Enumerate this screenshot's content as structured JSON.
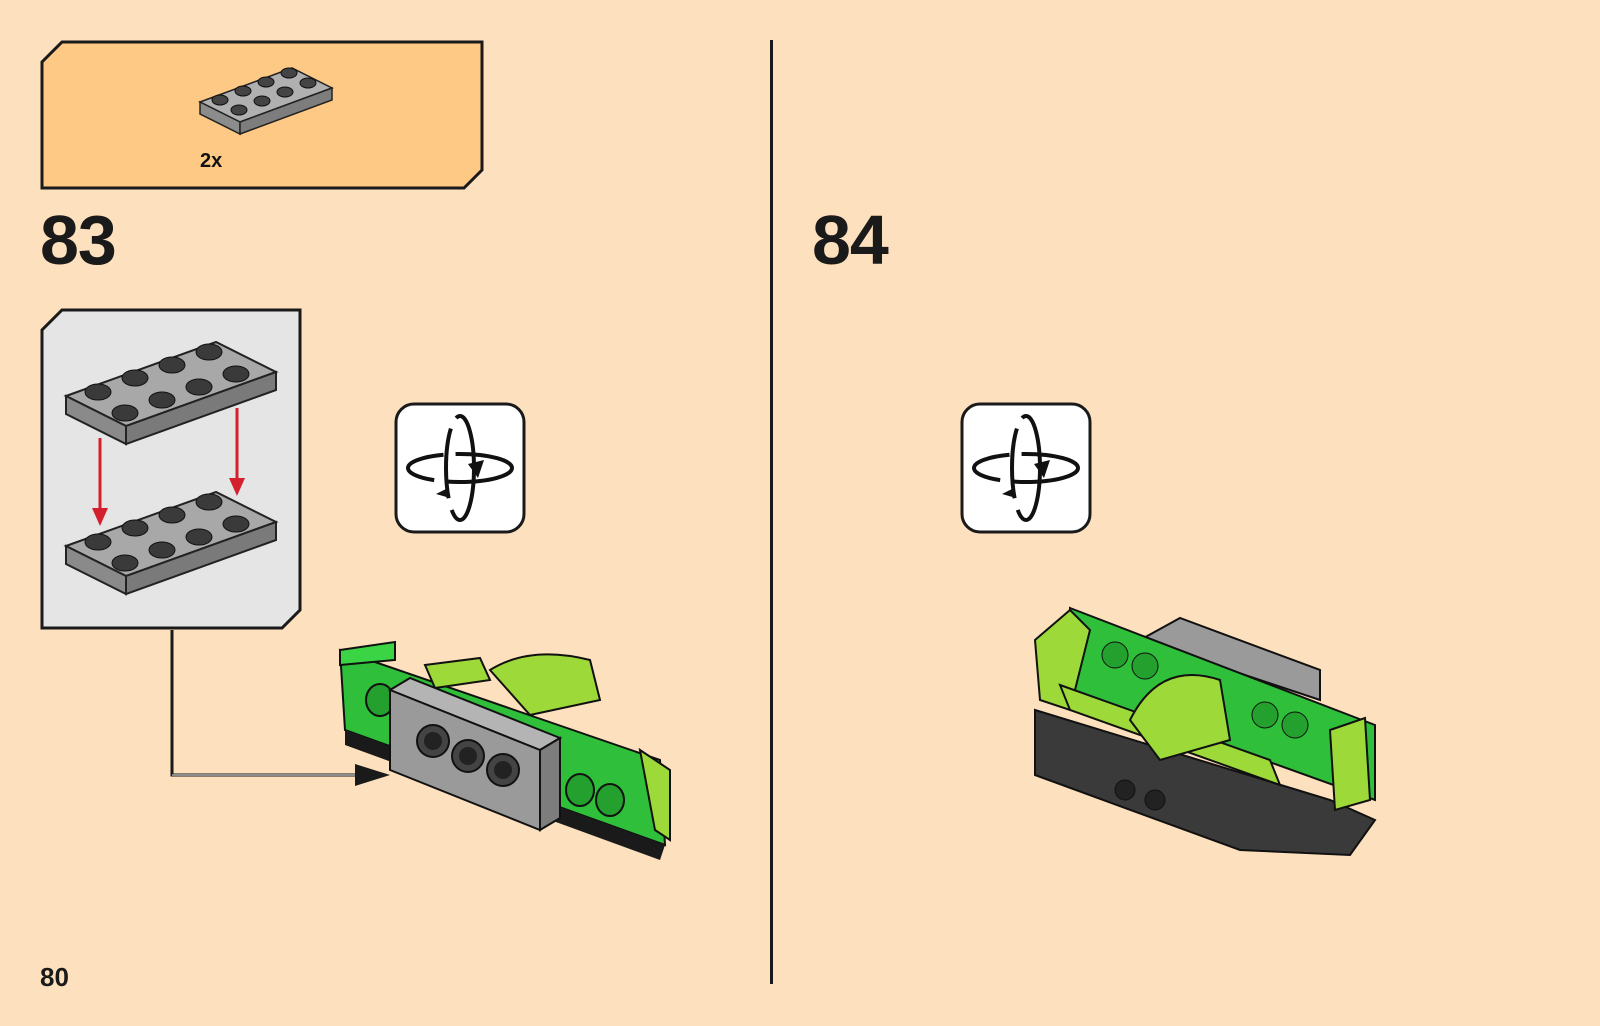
{
  "parts_callout": {
    "quantity": "2x"
  },
  "steps": [
    {
      "number": "83"
    },
    {
      "number": "84"
    }
  ],
  "page_number": "80",
  "icons": {
    "rotate": "rotate-model-icon",
    "arrow": "placement-arrow-icon"
  },
  "colors": {
    "page_background": "#fde0bd",
    "parts_callout_background": "#fec885",
    "subassembly_background": "#e5e5e5",
    "plate_gray": "#9a9a9a",
    "brick_green": "#2fbf3a",
    "lime": "#9ed93a",
    "arrow_red": "#d4202c"
  }
}
